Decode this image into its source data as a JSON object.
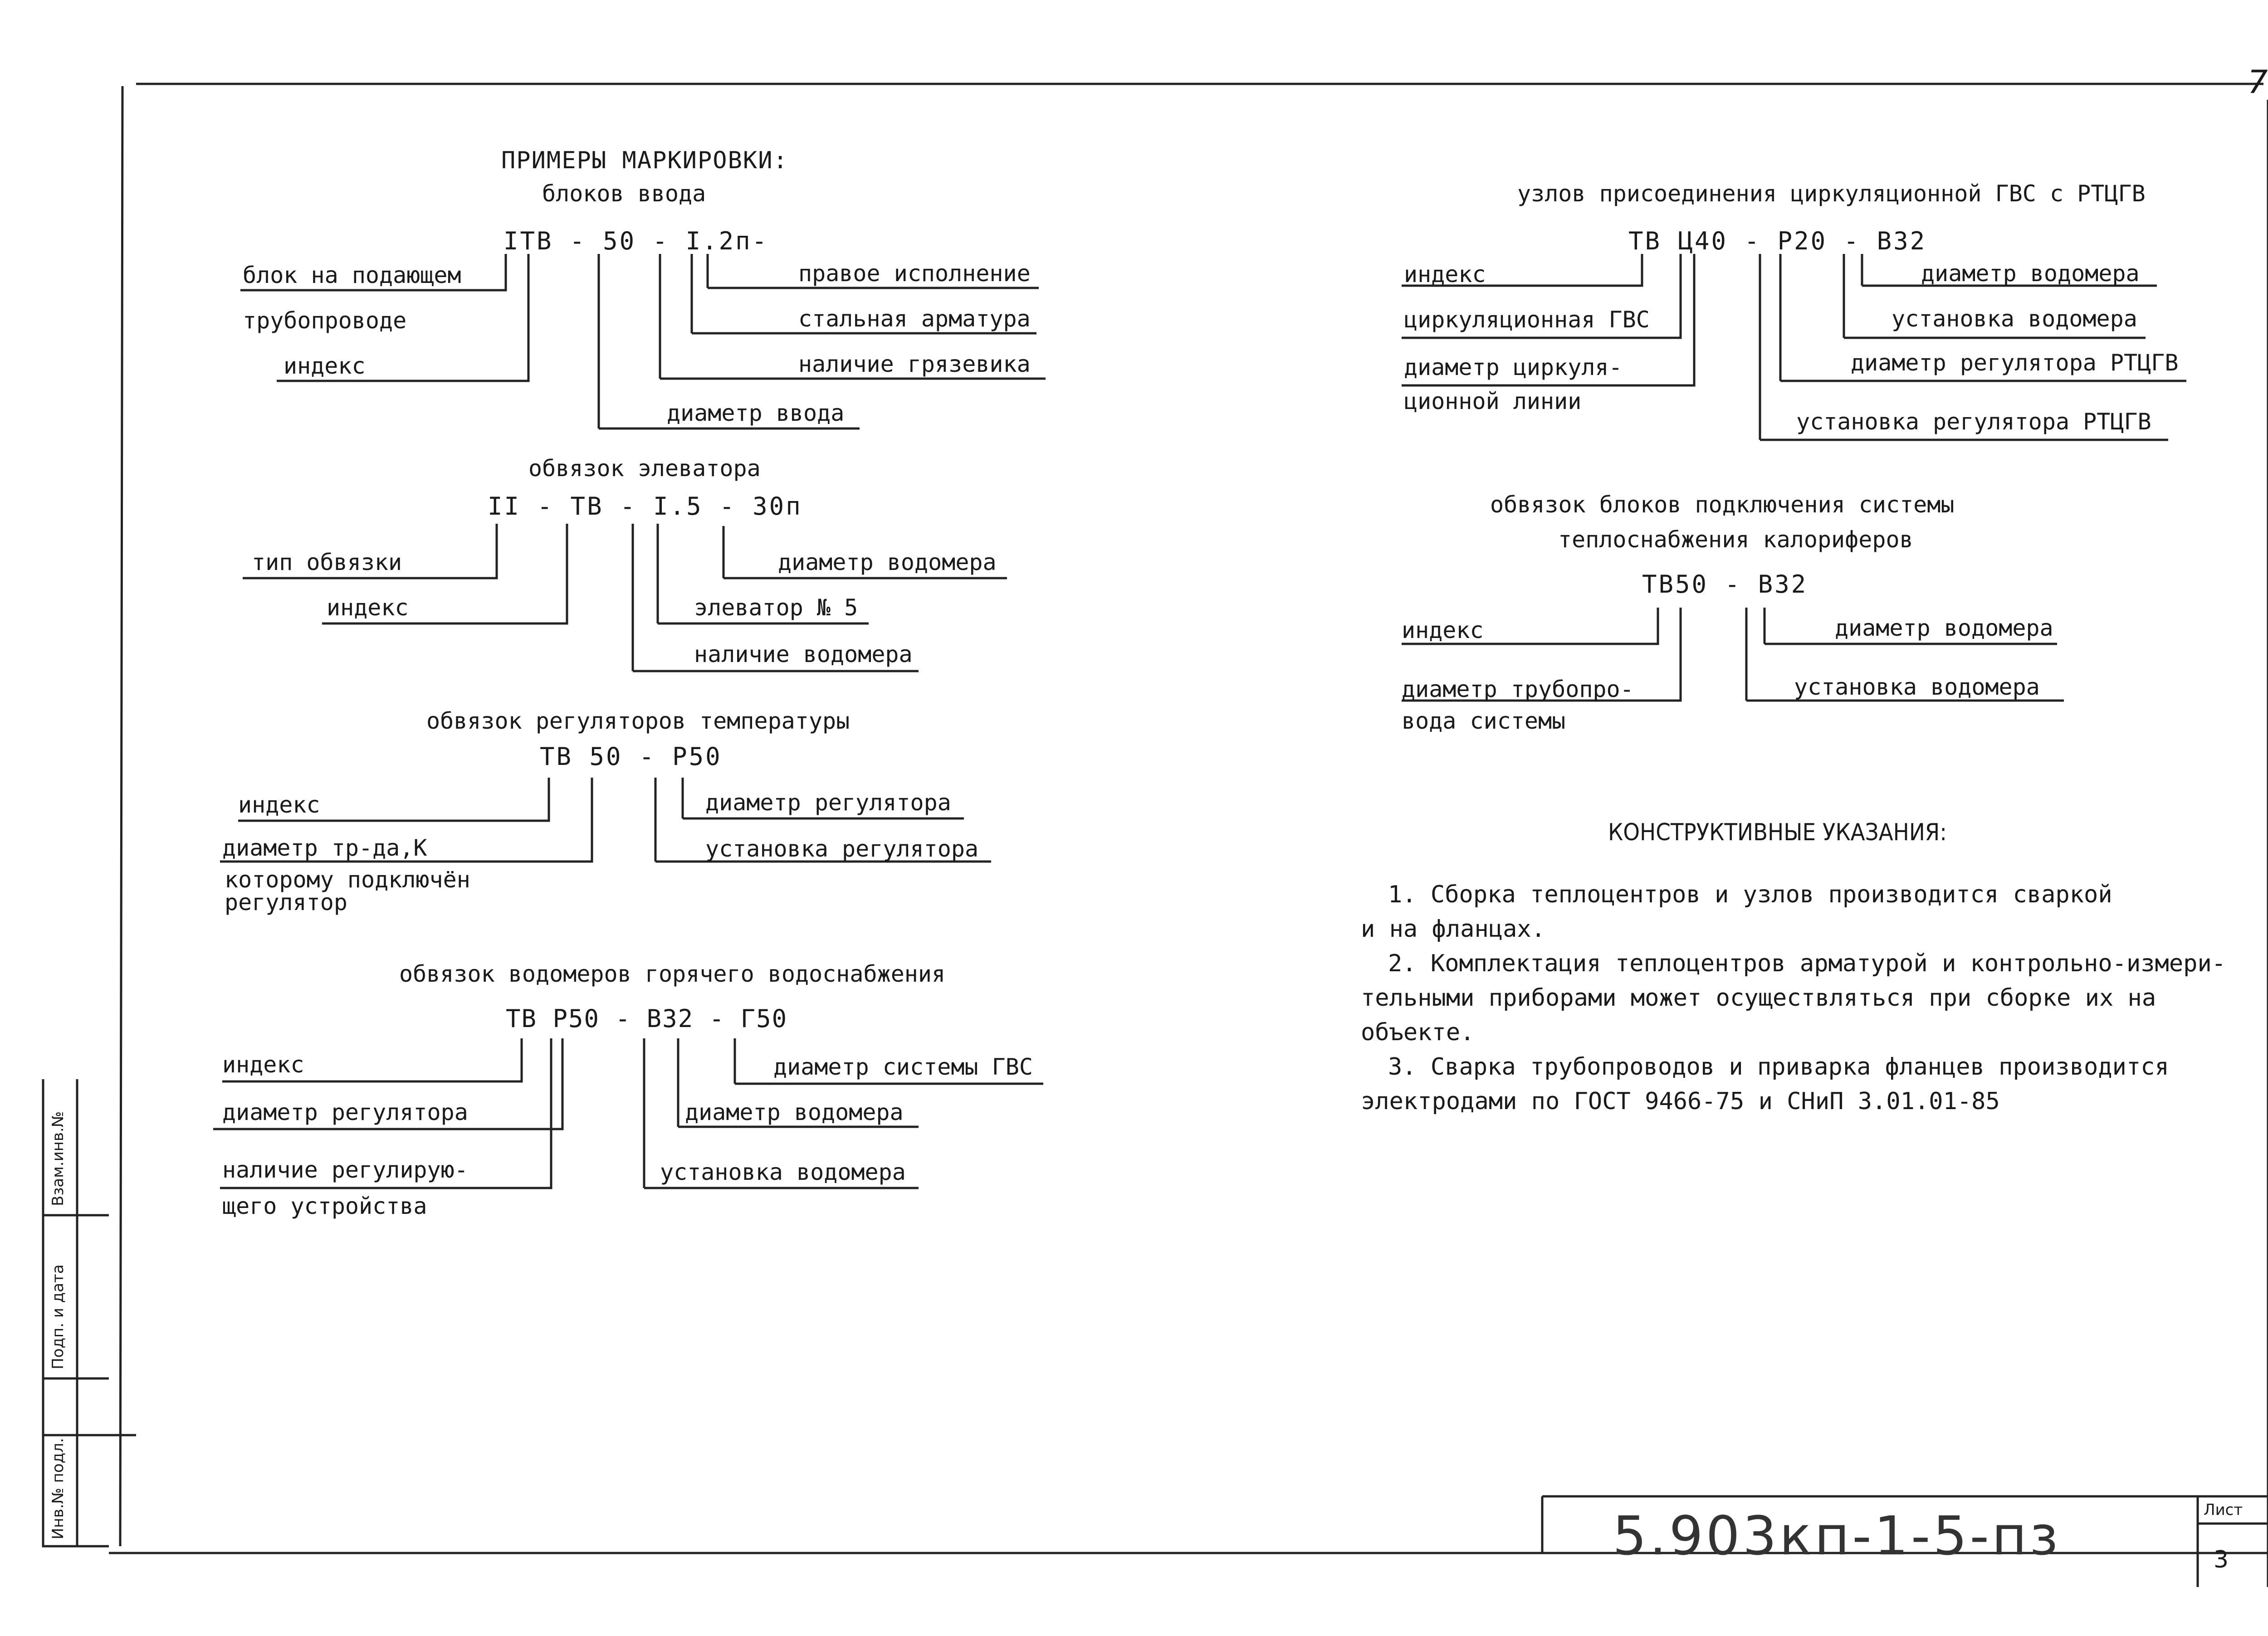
{
  "page_number_corner": "7",
  "left": {
    "main_title": "ПРИМЕРЫ МАРКИРОВКИ:",
    "s1": {
      "title": "блоков ввода",
      "code": "ITB - 50 - I.2п-",
      "labels": [
        "блок на подающем",
        "трубопроводе",
        "индекс",
        "правое исполнение",
        "стальная арматура",
        "наличие грязевика",
        "диаметр ввода"
      ]
    },
    "s2": {
      "title": "обвязок элеватора",
      "code": "II - TB - I.5 - 30п",
      "labels": [
        "тип обвязки",
        "индекс",
        "диаметр водомера",
        "элеватор № 5",
        "наличие водомера"
      ]
    },
    "s3": {
      "title": "обвязок регуляторов температуры",
      "code": "ТВ 50 - Р50",
      "labels": [
        "индекс",
        "диаметр тр-да,К",
        "которому подключён",
        "регулятор",
        "диаметр регулятора",
        "установка регулятора"
      ]
    },
    "s4": {
      "title": "обвязок водомеров горячего водоснабжения",
      "code": "ТВ Р50 - В32 - Г50",
      "labels": [
        "индекс",
        "диаметр регулятора",
        "наличие регулирую-",
        "щего устройства",
        "диаметр системы ГВС",
        "диаметр водомера",
        "установка водомера"
      ]
    }
  },
  "right": {
    "s5": {
      "title": "узлов присоединения циркуляционной ГВС с РТЦГВ",
      "code": "ТВ Ц40 - Р20 - В32",
      "labels": [
        "индекс",
        "циркуляционная ГВС",
        "диаметр циркуля-",
        "ционной линии",
        "диаметр водомера",
        "установка водомера",
        "диаметр регулятора РТЦГВ",
        "установка регулятора РТЦГВ"
      ]
    },
    "s6": {
      "title1": "обвязок блоков подключения системы",
      "title2": "теплоснабжения калориферов",
      "code": "ТВ50 - В32",
      "labels": [
        "индекс",
        "диаметр трубопро-",
        "вода системы",
        "диаметр водомера",
        "установка водомера"
      ]
    },
    "notes": {
      "title": "КОНСТРУКТИВНЫЕ УКАЗАНИЯ:",
      "lines": [
        "1. Сборка теплоцентров и узлов производится сваркой",
        "и на фланцах.",
        "2. Комплектация теплоцентров арматурой и контрольно-измери-",
        "тельными приборами может осуществляться при сборке их на",
        "объекте.",
        "3. Сварка трубопроводов и приварка фланцев производится",
        "электродами по ГОСТ 9466-75 и СНиП 3.01.01-85"
      ]
    }
  },
  "stamp": {
    "code": "5.903кп-1-5-пз",
    "sheet_label": "Лист",
    "sheet_number": "3"
  },
  "side_stamp": [
    "Взам.инв.№",
    "Подп. и дата",
    "Инв.№ подл."
  ]
}
